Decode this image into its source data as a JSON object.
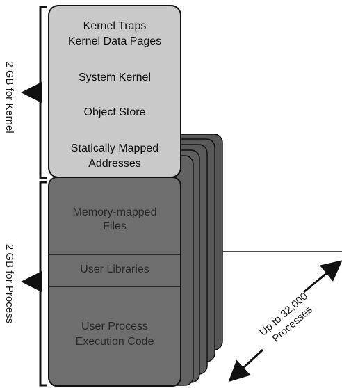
{
  "colors": {
    "kernel_fill": "#c9c9c9",
    "process_fill": "#6e6e6e",
    "stack_fill": "#595959",
    "outline": "#111111",
    "bracket": "#111111"
  },
  "side_labels": {
    "kernel": "2 GB for Kernel",
    "process": "2 GB for Process"
  },
  "kernel_section": {
    "line1": "Kernel Traps",
    "line2": "Kernel Data Pages",
    "system_kernel": "System Kernel",
    "object_store": "Object Store",
    "static_line1": "Statically Mapped",
    "static_line2": "Addresses"
  },
  "process_section": {
    "mm_line1": "Memory-mapped",
    "mm_line2": "Files",
    "user_libraries": "User Libraries",
    "exec_line1": "User Process",
    "exec_line2": "Execution Code"
  },
  "process_count": {
    "line1": "Up to 32,000",
    "line2": "Processes"
  }
}
